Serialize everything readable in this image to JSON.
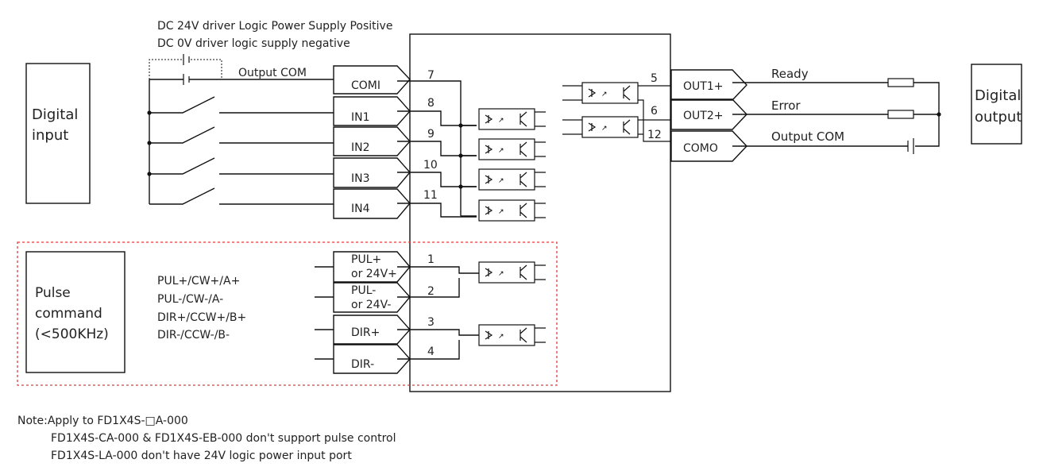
{
  "supply": {
    "logic_positive": "DC 24V driver Logic Power Supply Positive",
    "logic_negative": "DC 0V driver logic supply negative",
    "output_com": "Output COM"
  },
  "digital_input": {
    "line1": "Digital",
    "line2": "input"
  },
  "digital_output": {
    "line1": "Digital",
    "line2": "output"
  },
  "pulse_command": {
    "line1": "Pulse",
    "line2": "command",
    "line3": "(<500KHz)"
  },
  "pulse_signals": [
    "PUL+/CW+/A+",
    "PUL-/CW-/A-",
    "DIR+/CCW+/B+",
    "DIR-/CCW-/B-"
  ],
  "input_connectors": [
    {
      "label": "COMI",
      "pin": "7"
    },
    {
      "label": "IN1",
      "pin": "8"
    },
    {
      "label": "IN2",
      "pin": "9"
    },
    {
      "label": "IN3",
      "pin": "10"
    },
    {
      "label": "IN4",
      "pin": "11"
    }
  ],
  "pulse_connectors": [
    {
      "label1": "PUL+",
      "label2": "or 24V+",
      "pin": "1"
    },
    {
      "label1": "PUL-",
      "label2": "or 24V-",
      "pin": "2"
    },
    {
      "label1": "DIR+",
      "label2": "",
      "pin": "3"
    },
    {
      "label1": "DIR-",
      "label2": "",
      "pin": "4"
    }
  ],
  "output_connectors": [
    {
      "label": "OUT1+",
      "pin": "5",
      "signal": "Ready"
    },
    {
      "label": "OUT2+",
      "pin": "6",
      "signal": "Error"
    },
    {
      "label": "COMO",
      "pin": "12",
      "signal": "Output COM"
    }
  ],
  "notes": {
    "line1": "Note:Apply to FD1X4S-□A-000",
    "line2": "FD1X4S-CA-000 & FD1X4S-EB-000 don't support pulse control",
    "line3": "FD1X4S-LA-000 don't have 24V logic power input port"
  },
  "colors": {
    "line": "#111111",
    "pulse_box": "#e23a3a",
    "text": "#222222"
  }
}
